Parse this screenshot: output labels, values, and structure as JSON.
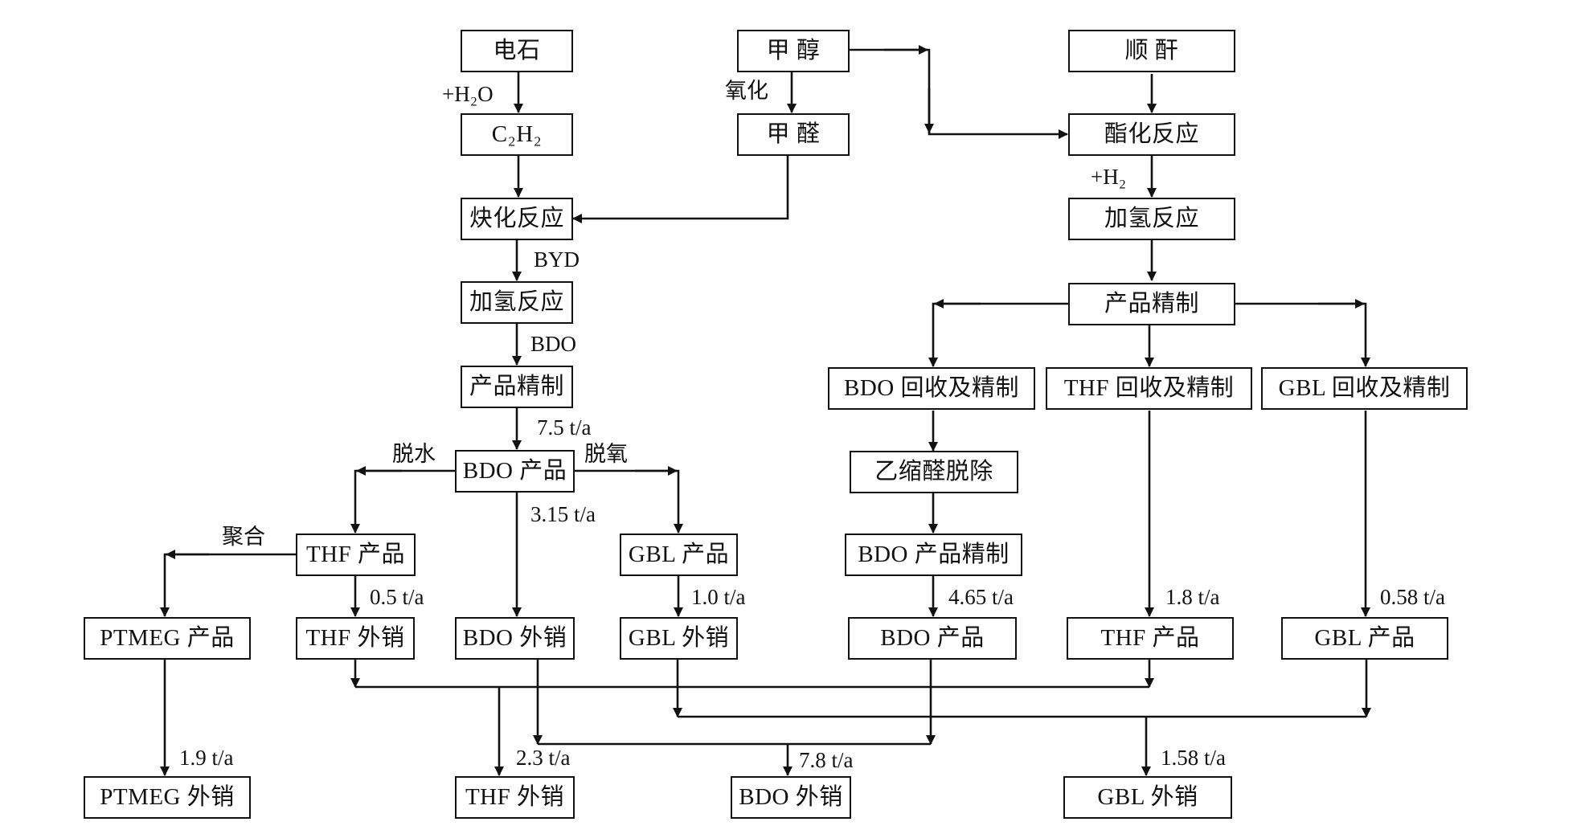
{
  "diagram": {
    "title": "BDO / THF / GBL / PTMEG process flow",
    "nodes": {
      "calcium_carbide": "电石",
      "methanol": "甲 醇",
      "maleic_anhydride": "顺 酐",
      "acetylene": "C₂H₂",
      "formaldehyde": "甲 醛",
      "esterification": "酯化反应",
      "ethynylation": "炔化反应",
      "hydrogenation_right": "加氢反应",
      "hydrogenation_left": "加氢反应",
      "refining_right": "产品精制",
      "refining_left": "产品精制",
      "bdo_recovery": "BDO 回收及精制",
      "thf_recovery": "THF 回收及精制",
      "gbl_recovery": "GBL 回收及精制",
      "bdo_product_left": "BDO 产品",
      "acetal_removal": "乙缩醛脱除",
      "thf_product_left": "THF 产品",
      "gbl_product_left": "GBL 产品",
      "bdo_product_refining": "BDO 产品精制",
      "ptmeg_product": "PTMEG 产品",
      "thf_sales_mid": "THF 外销",
      "bdo_sales_mid": "BDO 外销",
      "gbl_sales_mid": "GBL 外销",
      "bdo_product_right": "BDO 产品",
      "thf_product_right": "THF 产品",
      "gbl_product_right": "GBL 产品",
      "ptmeg_sales": "PTMEG 外销",
      "thf_sales_total": "THF 外销",
      "bdo_sales_total": "BDO 外销",
      "gbl_sales_total": "GBL 外销"
    },
    "labels": {
      "add_water": "+H₂O",
      "oxidation": "氧化",
      "add_hydrogen": "+H₂",
      "byd": "BYD",
      "bdo": "BDO",
      "flow_bdo_left": "7.5 t/a",
      "dehydration": "脱水",
      "deoxidation": "脱氧",
      "flow_bdo_sales_mid": "3.15 t/a",
      "polymerization": "聚合",
      "flow_thf_sales_mid": "0.5 t/a",
      "flow_gbl_sales_mid": "1.0 t/a",
      "flow_bdo_right": "4.65 t/a",
      "flow_thf_right": "1.8 t/a",
      "flow_gbl_right": "0.58 t/a",
      "flow_ptmeg_sales": "1.9 t/a",
      "flow_thf_total": "2.3 t/a",
      "flow_bdo_total": "7.8 t/a",
      "flow_gbl_total": "1.58 t/a"
    }
  }
}
